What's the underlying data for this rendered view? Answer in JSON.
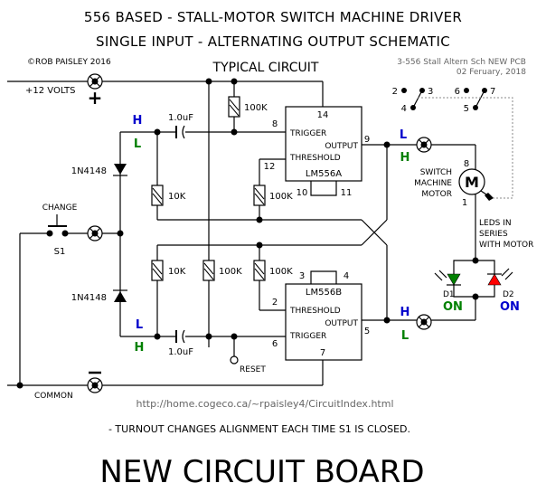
{
  "header": {
    "title_line1": "556 BASED - STALL-MOTOR SWITCH MACHINE DRIVER",
    "title_line2": "SINGLE INPUT - ALTERNATING OUTPUT SCHEMATIC",
    "copyright": "©ROB PAISLEY 2016",
    "subtitle": "TYPICAL CIRCUIT",
    "file_name": "3-556 Stall Altern Sch NEW PCB",
    "date": "02 Feruary, 2018"
  },
  "power": {
    "plus_label": "+12 VOLTS",
    "plus_sign": "+",
    "minus_sign": "—",
    "common_label": "COMMON"
  },
  "switch": {
    "label": "CHANGE",
    "ref": "S1"
  },
  "components": {
    "diode_top": "1N4148",
    "diode_bottom": "1N4148",
    "cap_top": "1.0uF",
    "cap_bottom": "1.0uF",
    "r_top_100k": "100K",
    "r_10k_a": "10K",
    "r_100k_a12": "100K",
    "r_10k_b": "10K",
    "r_100k_b_mid": "100K",
    "r_100k_b2": "100K",
    "reset": "RESET"
  },
  "ic_a": {
    "name": "LM556A",
    "pin14": "14",
    "pin8": "8",
    "pin9": "9",
    "pin12": "12",
    "pin10": "10",
    "pin11": "11",
    "trigger": "TRIGGER",
    "output": "OUTPUT",
    "threshold": "THRESHOLD"
  },
  "ic_b": {
    "name": "LM556B",
    "pin3": "3",
    "pin4": "4",
    "pin2": "2",
    "pin5": "5",
    "pin6": "6",
    "pin7": "7",
    "trigger": "TRIGGER",
    "output": "OUTPUT",
    "threshold": "THRESHOLD"
  },
  "logic_levels": {
    "top_left_h": "H",
    "top_left_l": "L",
    "bottom_left_l": "L",
    "bottom_left_h": "H",
    "out_a_l": "L",
    "out_a_h": "H",
    "out_b_h": "H",
    "out_b_l": "L"
  },
  "motor": {
    "symbol": "M",
    "label_line1": "SWITCH",
    "label_line2": "MACHINE",
    "label_line3": "MOTOR",
    "pin8": "8",
    "pin1": "1",
    "contacts": [
      "2",
      "3",
      "4",
      "6",
      "7",
      "5"
    ]
  },
  "leds": {
    "note_line1": "LEDS IN",
    "note_line2": "SERIES",
    "note_line3": "WITH MOTOR",
    "d1": "D1",
    "d2": "D2",
    "d1_state": "ON",
    "d2_state": "ON",
    "d1_color": "#008000",
    "d2_color": "#ff0000"
  },
  "footer": {
    "url": "http://home.cogeco.ca/~rpaisley4/CircuitIndex.html",
    "note": "- TURNOUT CHANGES ALIGNMENT EACH TIME S1 IS CLOSED.",
    "banner": "NEW CIRCUIT BOARD"
  },
  "colors": {
    "high_label": "#0000cc",
    "low_label": "#008000"
  }
}
